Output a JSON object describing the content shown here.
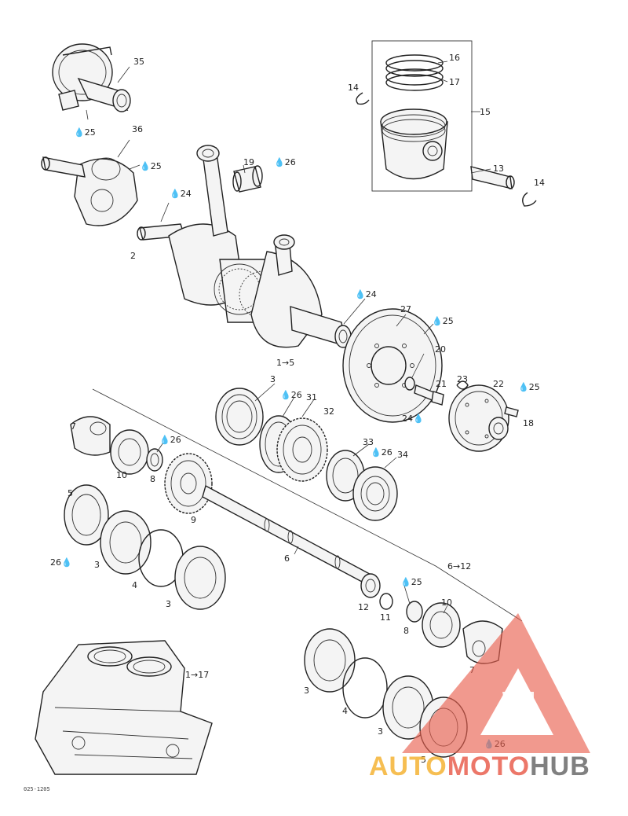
{
  "diagram": {
    "callouts": [
      {
        "id": "c35",
        "text": "35"
      },
      {
        "id": "c25a",
        "text": "25",
        "drop": true
      },
      {
        "id": "c36",
        "text": "36"
      },
      {
        "id": "c25b",
        "text": "25",
        "drop": true
      },
      {
        "id": "c24a",
        "text": "24",
        "drop": true
      },
      {
        "id": "c2",
        "text": "2"
      },
      {
        "id": "c19",
        "text": "19"
      },
      {
        "id": "c26a",
        "text": "26",
        "drop": true
      },
      {
        "id": "c16",
        "text": "16"
      },
      {
        "id": "c17",
        "text": "17"
      },
      {
        "id": "c14a",
        "text": "14"
      },
      {
        "id": "c15",
        "text": "15"
      },
      {
        "id": "c13",
        "text": "13"
      },
      {
        "id": "c14b",
        "text": "14"
      },
      {
        "id": "c24b",
        "text": "24",
        "drop": true
      },
      {
        "id": "c27",
        "text": "27"
      },
      {
        "id": "c25c",
        "text": "25",
        "drop": true
      },
      {
        "id": "c20",
        "text": "20"
      },
      {
        "id": "c1to5",
        "text": "1→5"
      },
      {
        "id": "c23",
        "text": "23"
      },
      {
        "id": "c21",
        "text": "21"
      },
      {
        "id": "c22",
        "text": "22"
      },
      {
        "id": "c25d",
        "text": "25",
        "drop": true
      },
      {
        "id": "c24c",
        "text": "24",
        "drop": true,
        "drop_after": true
      },
      {
        "id": "c18",
        "text": "18"
      },
      {
        "id": "c3a",
        "text": "3"
      },
      {
        "id": "c26b",
        "text": "26",
        "drop": true
      },
      {
        "id": "c31",
        "text": "31"
      },
      {
        "id": "c32",
        "text": "32"
      },
      {
        "id": "c7a",
        "text": "7"
      },
      {
        "id": "c26c",
        "text": "26",
        "drop": true
      },
      {
        "id": "c10a",
        "text": "10"
      },
      {
        "id": "c8a",
        "text": "8"
      },
      {
        "id": "c33",
        "text": "33"
      },
      {
        "id": "c26d",
        "text": "26",
        "drop": true
      },
      {
        "id": "c34",
        "text": "34"
      },
      {
        "id": "c5a",
        "text": "5"
      },
      {
        "id": "c9",
        "text": "9"
      },
      {
        "id": "c3b",
        "text": "3"
      },
      {
        "id": "c26e",
        "text": "26",
        "drop": true,
        "drop_after": true
      },
      {
        "id": "c6",
        "text": "6"
      },
      {
        "id": "c6to12",
        "text": "6→12"
      },
      {
        "id": "c4a",
        "text": "4"
      },
      {
        "id": "c3c",
        "text": "3"
      },
      {
        "id": "c25e",
        "text": "25",
        "drop": true
      },
      {
        "id": "c12",
        "text": "12"
      },
      {
        "id": "c11",
        "text": "11"
      },
      {
        "id": "c10b",
        "text": "10"
      },
      {
        "id": "c8b",
        "text": "8"
      },
      {
        "id": "c7b",
        "text": "7"
      },
      {
        "id": "c1to17",
        "text": "1→17"
      },
      {
        "id": "c3d",
        "text": "3"
      },
      {
        "id": "c4b",
        "text": "4"
      },
      {
        "id": "c3e",
        "text": "3"
      },
      {
        "id": "c26f",
        "text": "26",
        "drop": true
      },
      {
        "id": "c5b",
        "text": "5"
      }
    ],
    "figure_code": "025-1205"
  },
  "watermark": {
    "part1": "AUTO",
    "part2": "MOTO",
    "part3": "HUB",
    "color1": "#f5b335",
    "color2": "#e9604f",
    "color3": "#6b6b6b",
    "triangle_color": "#e9604f"
  }
}
